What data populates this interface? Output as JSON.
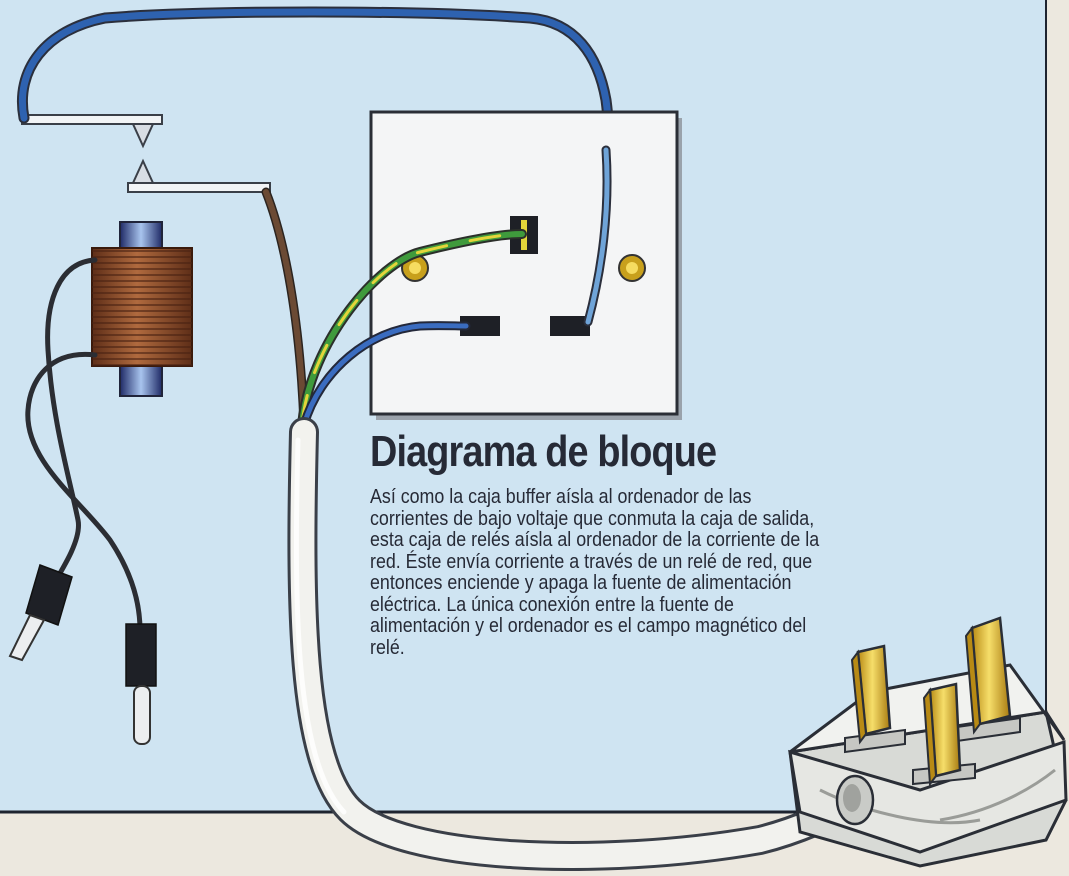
{
  "heading": "Diagrama de bloque",
  "body_text": "Así como la caja buffer aísla al ordenador de las corrientes de bajo voltaje que conmuta la caja de salida, esta caja de relés aísla al ordenador de la corriente de la red. Éste envía corriente a través de un relé de red, que entonces enciende y apaga la fuente de alimentación eléctrica. La única conexión entre la fuente de alimentación y el ordenador es el campo magnético del relé.",
  "colors": {
    "background_panel": "#cfe4f2",
    "page_margin": "#ece8df",
    "text": "#262a36",
    "wire_blue": "#2e62b0",
    "wire_live_brown": "#5a4030",
    "wire_earth_green": "#3f9a3c",
    "wire_earth_yellow": "#e3d53a",
    "coil_copper": "#8a4a2a",
    "plug_pins_brass": "#e0b830"
  },
  "illustration": {
    "elements": [
      "relay-contacts",
      "relay-coil",
      "test-leads",
      "wall-socket",
      "mains-cable",
      "three-pin-plug"
    ]
  }
}
